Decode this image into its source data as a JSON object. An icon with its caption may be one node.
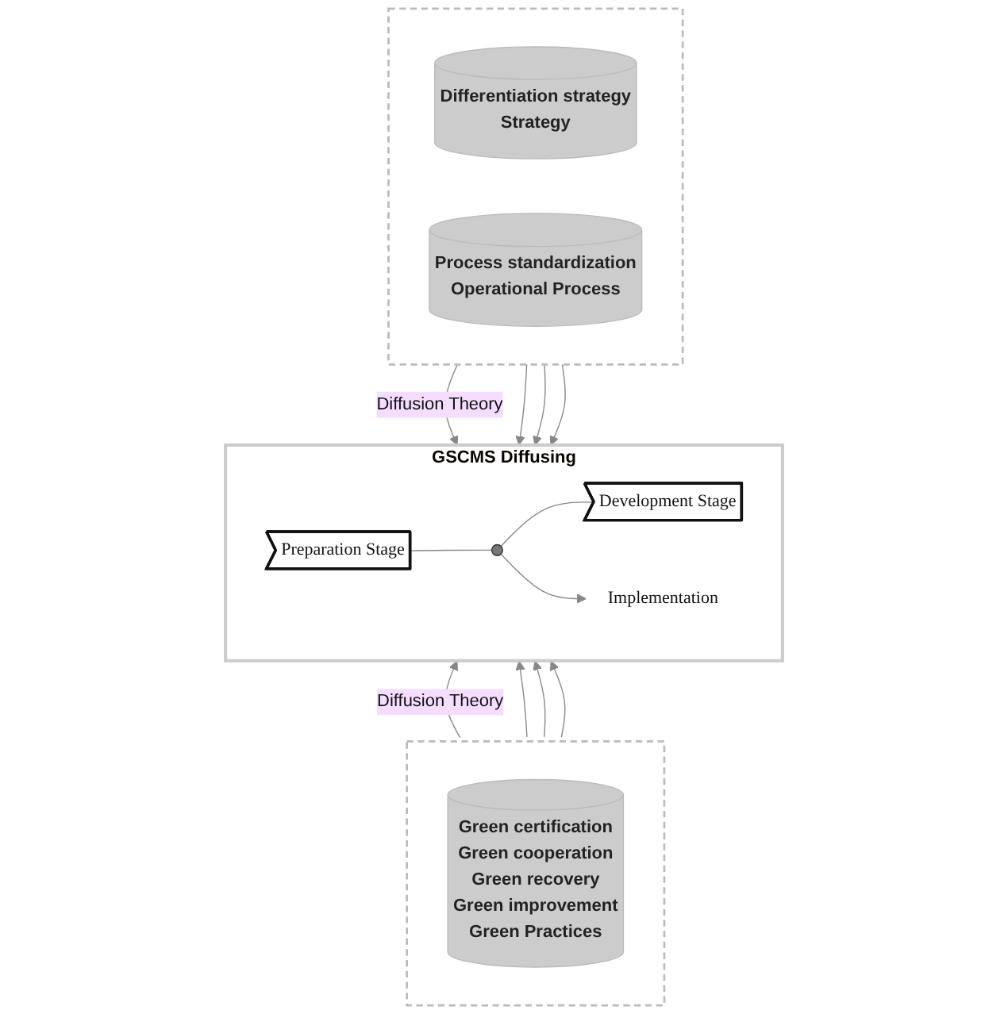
{
  "diagram": {
    "nodes": [
      {
        "text": [],
        "shape": "box"
      },
      {
        "text": [
          "Differentiation strategy",
          "Strategy"
        ],
        "in": 0
      },
      {
        "text": [
          "Process standardization",
          "Operational Process"
        ],
        "in": 0
      },
      {
        "text": [
          "GSCMS Diffusing"
        ]
      },
      {
        "text": [
          "Preparation Stage"
        ],
        "in": 3
      },
      {
        "text": [],
        "shape": "circle",
        "in": 3
      },
      {
        "text": [
          "Development Stage"
        ],
        "in": 3
      },
      {
        "text": [
          "Implementation"
        ],
        "in": 3
      },
      {
        "text": [],
        "shape": "box"
      },
      {
        "text": [
          "Green certification",
          "Green cooperation",
          "Green recovery",
          "Green improvement",
          "Green Practices"
        ],
        "in": 8
      }
    ],
    "edges": [
      {
        "from": 0,
        "to": 3,
        "arrow": "to",
        "label": "Diffusion Theory"
      },
      {
        "from": 0,
        "to": 3,
        "arrow": "to"
      },
      {
        "from": 0,
        "to": 3,
        "arrow": "to"
      },
      {
        "from": 0,
        "to": 3,
        "arrow": "to"
      },
      {
        "from": 4,
        "to": 5,
        "arrow": "none"
      },
      {
        "from": 5,
        "to": 6,
        "arrow": "none"
      },
      {
        "from": 5,
        "to": 7,
        "arrow": "to"
      },
      {
        "from": 8,
        "to": 3,
        "arrow": "to",
        "label": "Diffusion Theory"
      },
      {
        "from": 8,
        "to": 3,
        "arrow": "to"
      },
      {
        "from": 8,
        "to": 3,
        "arrow": "to"
      },
      {
        "from": 8,
        "to": 3,
        "arrow": "to"
      }
    ]
  }
}
